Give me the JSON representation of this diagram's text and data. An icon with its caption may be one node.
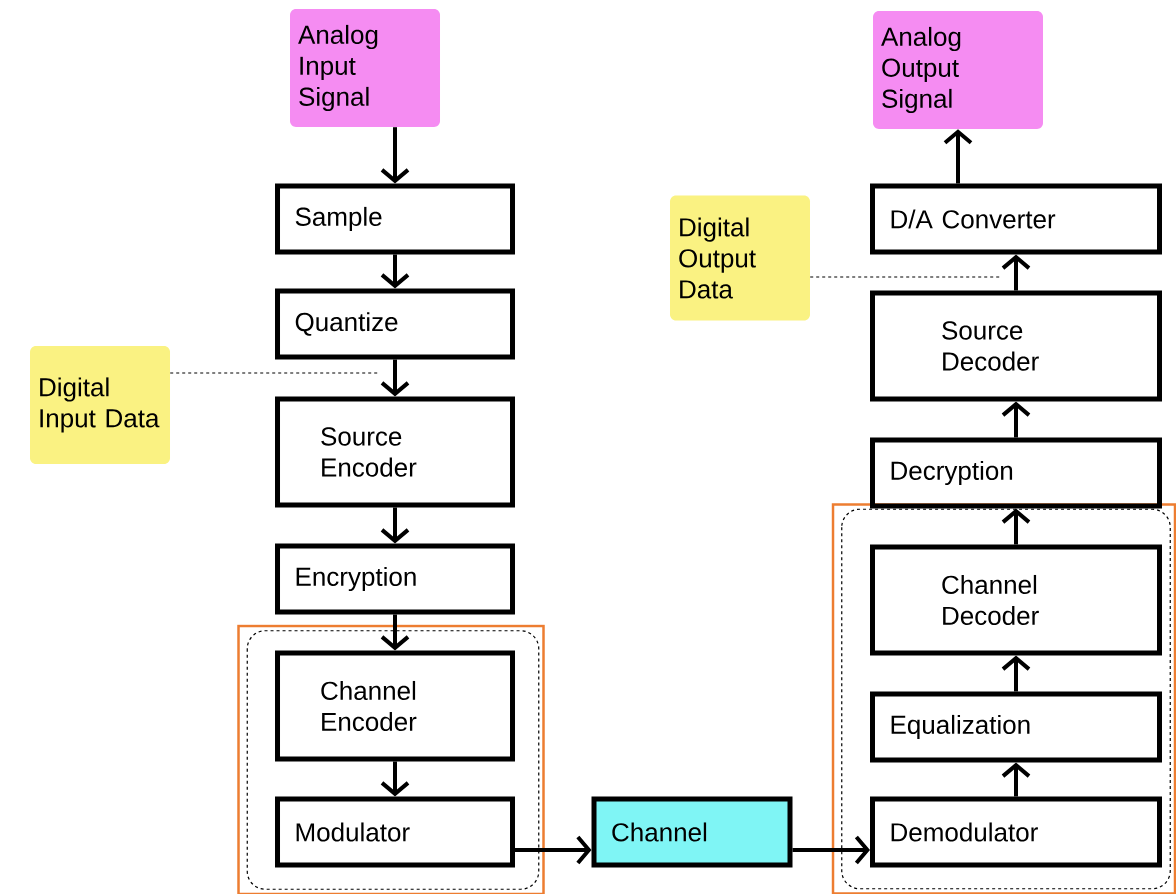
{
  "diagram": {
    "nodes": [
      {
        "text": [
          "Analog Input Signal"
        ]
      },
      {
        "text": [
          "Sample"
        ]
      },
      {
        "text": [
          "Quantize"
        ]
      },
      {
        "text": [
          "Digital Input Data"
        ]
      },
      {
        "text": [
          "Source Encoder"
        ]
      },
      {
        "text": [
          "Encryption"
        ]
      },
      {
        "text": [],
        "shape": "box"
      },
      {
        "text": [
          "Channel Encoder"
        ],
        "in": 6
      },
      {
        "text": [
          "Modulator"
        ],
        "in": 6
      },
      {
        "text": [
          "Channel"
        ]
      },
      {
        "text": [],
        "shape": "box"
      },
      {
        "text": [
          "Demodulator"
        ],
        "in": 10
      },
      {
        "text": [
          "Equalization"
        ],
        "in": 10
      },
      {
        "text": [
          "Channel Decoder"
        ],
        "in": 10
      },
      {
        "text": [
          "Decryption"
        ]
      },
      {
        "text": [
          "Source Decoder"
        ]
      },
      {
        "text": [
          "Digital Output Data"
        ]
      },
      {
        "text": [
          "D/A Converter"
        ]
      },
      {
        "text": [
          "Analog Output Signal"
        ]
      }
    ],
    "edges": [
      {
        "from": 0,
        "to": 1,
        "arrow": "to"
      },
      {
        "from": 1,
        "to": 2,
        "arrow": "to"
      },
      {
        "from": 2,
        "to": 4,
        "arrow": "to"
      },
      {
        "from": 3,
        "to": null,
        "arrow": "none",
        "style": "dashed"
      },
      {
        "from": 4,
        "to": 5,
        "arrow": "to"
      },
      {
        "from": 5,
        "to": 7,
        "arrow": "to"
      },
      {
        "from": 7,
        "to": 8,
        "arrow": "to"
      },
      {
        "from": 8,
        "to": 9,
        "arrow": "to"
      },
      {
        "from": 9,
        "to": 11,
        "arrow": "to"
      },
      {
        "from": 11,
        "to": 12,
        "arrow": "to"
      },
      {
        "from": 12,
        "to": 13,
        "arrow": "to"
      },
      {
        "from": 13,
        "to": 14,
        "arrow": "to"
      },
      {
        "from": 14,
        "to": 15,
        "arrow": "to"
      },
      {
        "from": 15,
        "to": 17,
        "arrow": "to"
      },
      {
        "from": 16,
        "to": null,
        "arrow": "none",
        "style": "dashed"
      },
      {
        "from": 17,
        "to": 18,
        "arrow": "to"
      }
    ]
  }
}
